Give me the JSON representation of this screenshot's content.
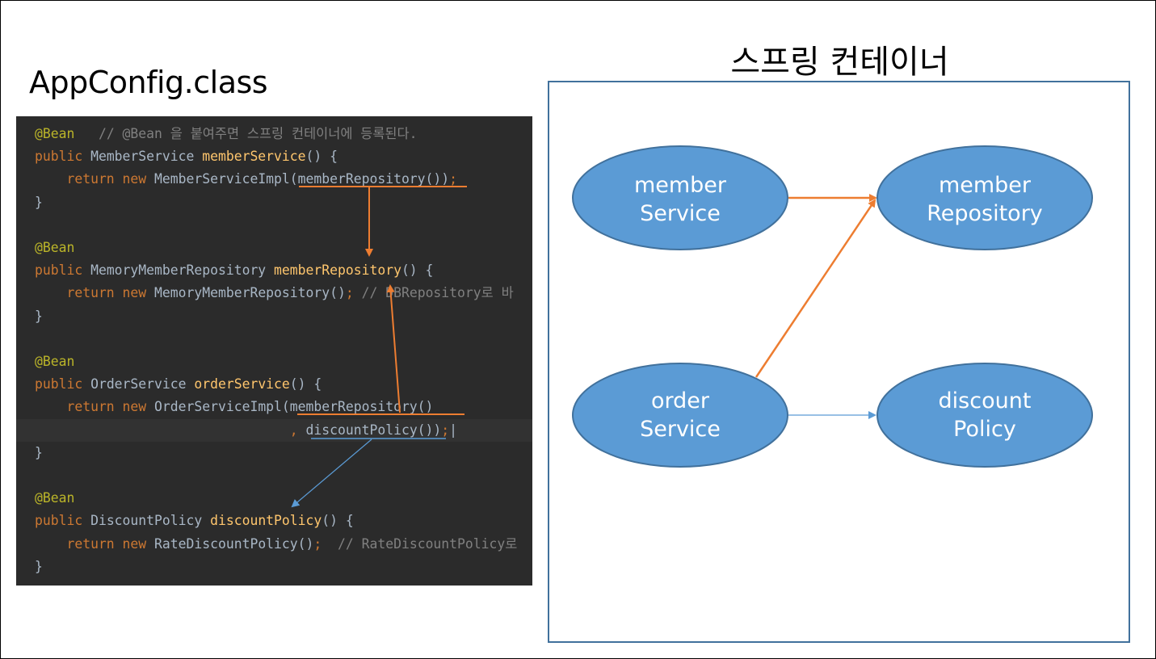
{
  "app_title": "AppConfig.class",
  "container_title": "스프링 컨테이너",
  "colors": {
    "code_background": "#2b2b2b",
    "node_fill": "#5b9bd5",
    "node_stroke": "#41719c",
    "orange_arrow": "#ed7d31",
    "blue_arrow": "#5b9bd5"
  },
  "code": {
    "lines": [
      [
        {
          "t": "@Bean",
          "c": "ann"
        },
        {
          "t": "   // @Bean 을 붙여주면 스프링 컨테이너에 등록된다.",
          "c": "cm"
        }
      ],
      [
        {
          "t": "public ",
          "c": "kw"
        },
        {
          "t": "MemberService ",
          "c": "plain"
        },
        {
          "t": "memberService",
          "c": "fn"
        },
        {
          "t": "() {",
          "c": "plain"
        }
      ],
      [
        {
          "t": "    return new ",
          "c": "kw"
        },
        {
          "t": "MemberServiceImpl(memberRepository())",
          "c": "plain"
        },
        {
          "t": ";",
          "c": "kw"
        }
      ],
      [
        {
          "t": "}",
          "c": "plain"
        }
      ],
      [],
      [
        {
          "t": "@Bean",
          "c": "ann"
        }
      ],
      [
        {
          "t": "public ",
          "c": "kw"
        },
        {
          "t": "MemoryMemberRepository ",
          "c": "plain"
        },
        {
          "t": "memberRepository",
          "c": "fn"
        },
        {
          "t": "() {",
          "c": "plain"
        }
      ],
      [
        {
          "t": "    return new ",
          "c": "kw"
        },
        {
          "t": "MemoryMemberRepository()",
          "c": "plain"
        },
        {
          "t": "; ",
          "c": "kw"
        },
        {
          "t": "// DBRepository로 바",
          "c": "cm"
        }
      ],
      [
        {
          "t": "}",
          "c": "plain"
        }
      ],
      [],
      [
        {
          "t": "@Bean",
          "c": "ann"
        }
      ],
      [
        {
          "t": "public ",
          "c": "kw"
        },
        {
          "t": "OrderService ",
          "c": "plain"
        },
        {
          "t": "orderService",
          "c": "fn"
        },
        {
          "t": "() {",
          "c": "plain"
        }
      ],
      [
        {
          "t": "    return new ",
          "c": "kw"
        },
        {
          "t": "OrderServiceImpl(memberRepository()",
          "c": "plain"
        }
      ],
      [
        {
          "t": "                                ",
          "c": "plain"
        },
        {
          "t": ", ",
          "c": "kw"
        },
        {
          "t": "discountPolicy())",
          "c": "plain"
        },
        {
          "t": ";",
          "c": "kw"
        },
        {
          "t": "|",
          "c": "plain"
        }
      ],
      [
        {
          "t": "}",
          "c": "plain"
        }
      ],
      [],
      [
        {
          "t": "@Bean",
          "c": "ann"
        }
      ],
      [
        {
          "t": "public ",
          "c": "kw"
        },
        {
          "t": "DiscountPolicy ",
          "c": "plain"
        },
        {
          "t": "discountPolicy",
          "c": "fn"
        },
        {
          "t": "() {",
          "c": "plain"
        }
      ],
      [
        {
          "t": "    return new ",
          "c": "kw"
        },
        {
          "t": "RateDiscountPolicy()",
          "c": "plain"
        },
        {
          "t": ";  ",
          "c": "kw"
        },
        {
          "t": "// RateDiscountPolicy로",
          "c": "cm"
        }
      ],
      [
        {
          "t": "}",
          "c": "plain"
        }
      ]
    ]
  },
  "nodes": [
    {
      "id": "member-service",
      "lines": [
        "member",
        "Service"
      ]
    },
    {
      "id": "member-repository",
      "lines": [
        "member",
        "Repository"
      ]
    },
    {
      "id": "order-service",
      "lines": [
        "order",
        "Service"
      ]
    },
    {
      "id": "discount-policy",
      "lines": [
        "discount",
        "Policy"
      ]
    }
  ],
  "edges": [
    {
      "from": "member-service",
      "to": "member-repository",
      "color": "orange"
    },
    {
      "from": "order-service",
      "to": "member-repository",
      "color": "orange"
    },
    {
      "from": "order-service",
      "to": "discount-policy",
      "color": "blue"
    }
  ]
}
